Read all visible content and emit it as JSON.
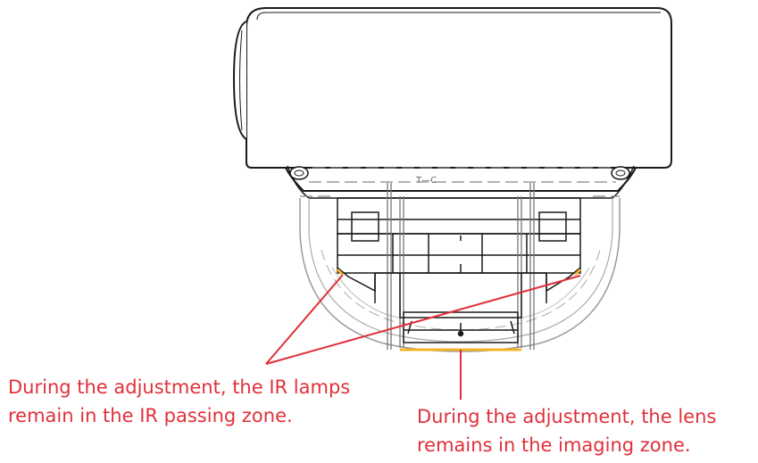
{
  "diagram": {
    "callouts": {
      "ir_lamps": {
        "line1": "During the adjustment, the IR lamps",
        "line2": "remain in the IR passing zone."
      },
      "lens": {
        "line1": "During the adjustment, the lens",
        "line2": "remains in the imaging zone."
      }
    },
    "colors": {
      "callout": "#e0303a",
      "highlight": "#f0b429",
      "outline": "#1a1a1a",
      "dashed": "#888888"
    }
  }
}
